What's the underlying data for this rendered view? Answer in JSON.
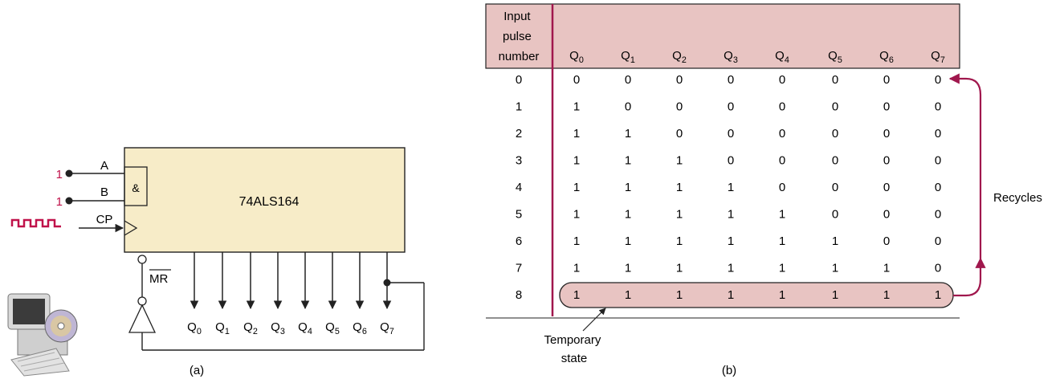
{
  "circuit": {
    "chip_label": "74ALS164",
    "and_gate_symbol": "&",
    "input_a": {
      "name": "A",
      "level": "1"
    },
    "input_b": {
      "name": "B",
      "level": "1"
    },
    "clock_label": "CP",
    "reset_label": "MR",
    "outputs": [
      {
        "base": "Q",
        "sub": "0"
      },
      {
        "base": "Q",
        "sub": "1"
      },
      {
        "base": "Q",
        "sub": "2"
      },
      {
        "base": "Q",
        "sub": "3"
      },
      {
        "base": "Q",
        "sub": "4"
      },
      {
        "base": "Q",
        "sub": "5"
      },
      {
        "base": "Q",
        "sub": "6"
      },
      {
        "base": "Q",
        "sub": "7"
      }
    ],
    "caption": "(a)",
    "icons": {
      "clock": "square-wave-icon",
      "computer": "computer-cd-icon"
    }
  },
  "table": {
    "header_first_lines": [
      "Input",
      "pulse",
      "number"
    ],
    "columns": [
      {
        "base": "Q",
        "sub": "0"
      },
      {
        "base": "Q",
        "sub": "1"
      },
      {
        "base": "Q",
        "sub": "2"
      },
      {
        "base": "Q",
        "sub": "3"
      },
      {
        "base": "Q",
        "sub": "4"
      },
      {
        "base": "Q",
        "sub": "5"
      },
      {
        "base": "Q",
        "sub": "6"
      },
      {
        "base": "Q",
        "sub": "7"
      }
    ],
    "rows": [
      {
        "pulse": "0",
        "q": [
          "0",
          "0",
          "0",
          "0",
          "0",
          "0",
          "0",
          "0"
        ]
      },
      {
        "pulse": "1",
        "q": [
          "1",
          "0",
          "0",
          "0",
          "0",
          "0",
          "0",
          "0"
        ]
      },
      {
        "pulse": "2",
        "q": [
          "1",
          "1",
          "0",
          "0",
          "0",
          "0",
          "0",
          "0"
        ]
      },
      {
        "pulse": "3",
        "q": [
          "1",
          "1",
          "1",
          "0",
          "0",
          "0",
          "0",
          "0"
        ]
      },
      {
        "pulse": "4",
        "q": [
          "1",
          "1",
          "1",
          "1",
          "0",
          "0",
          "0",
          "0"
        ]
      },
      {
        "pulse": "5",
        "q": [
          "1",
          "1",
          "1",
          "1",
          "1",
          "0",
          "0",
          "0"
        ]
      },
      {
        "pulse": "6",
        "q": [
          "1",
          "1",
          "1",
          "1",
          "1",
          "1",
          "0",
          "0"
        ]
      },
      {
        "pulse": "7",
        "q": [
          "1",
          "1",
          "1",
          "1",
          "1",
          "1",
          "1",
          "0"
        ]
      },
      {
        "pulse": "8",
        "q": [
          "1",
          "1",
          "1",
          "1",
          "1",
          "1",
          "1",
          "1"
        ]
      }
    ],
    "recycles_label": "Recycles",
    "temporary_label_lines": [
      "Temporary",
      "state"
    ],
    "caption": "(b)"
  },
  "colors": {
    "chip_fill": "#f7ecc8",
    "header_fill": "#e8c4c2",
    "accent": "#a0174d",
    "level_red": "#c0124a",
    "line": "#222222"
  }
}
